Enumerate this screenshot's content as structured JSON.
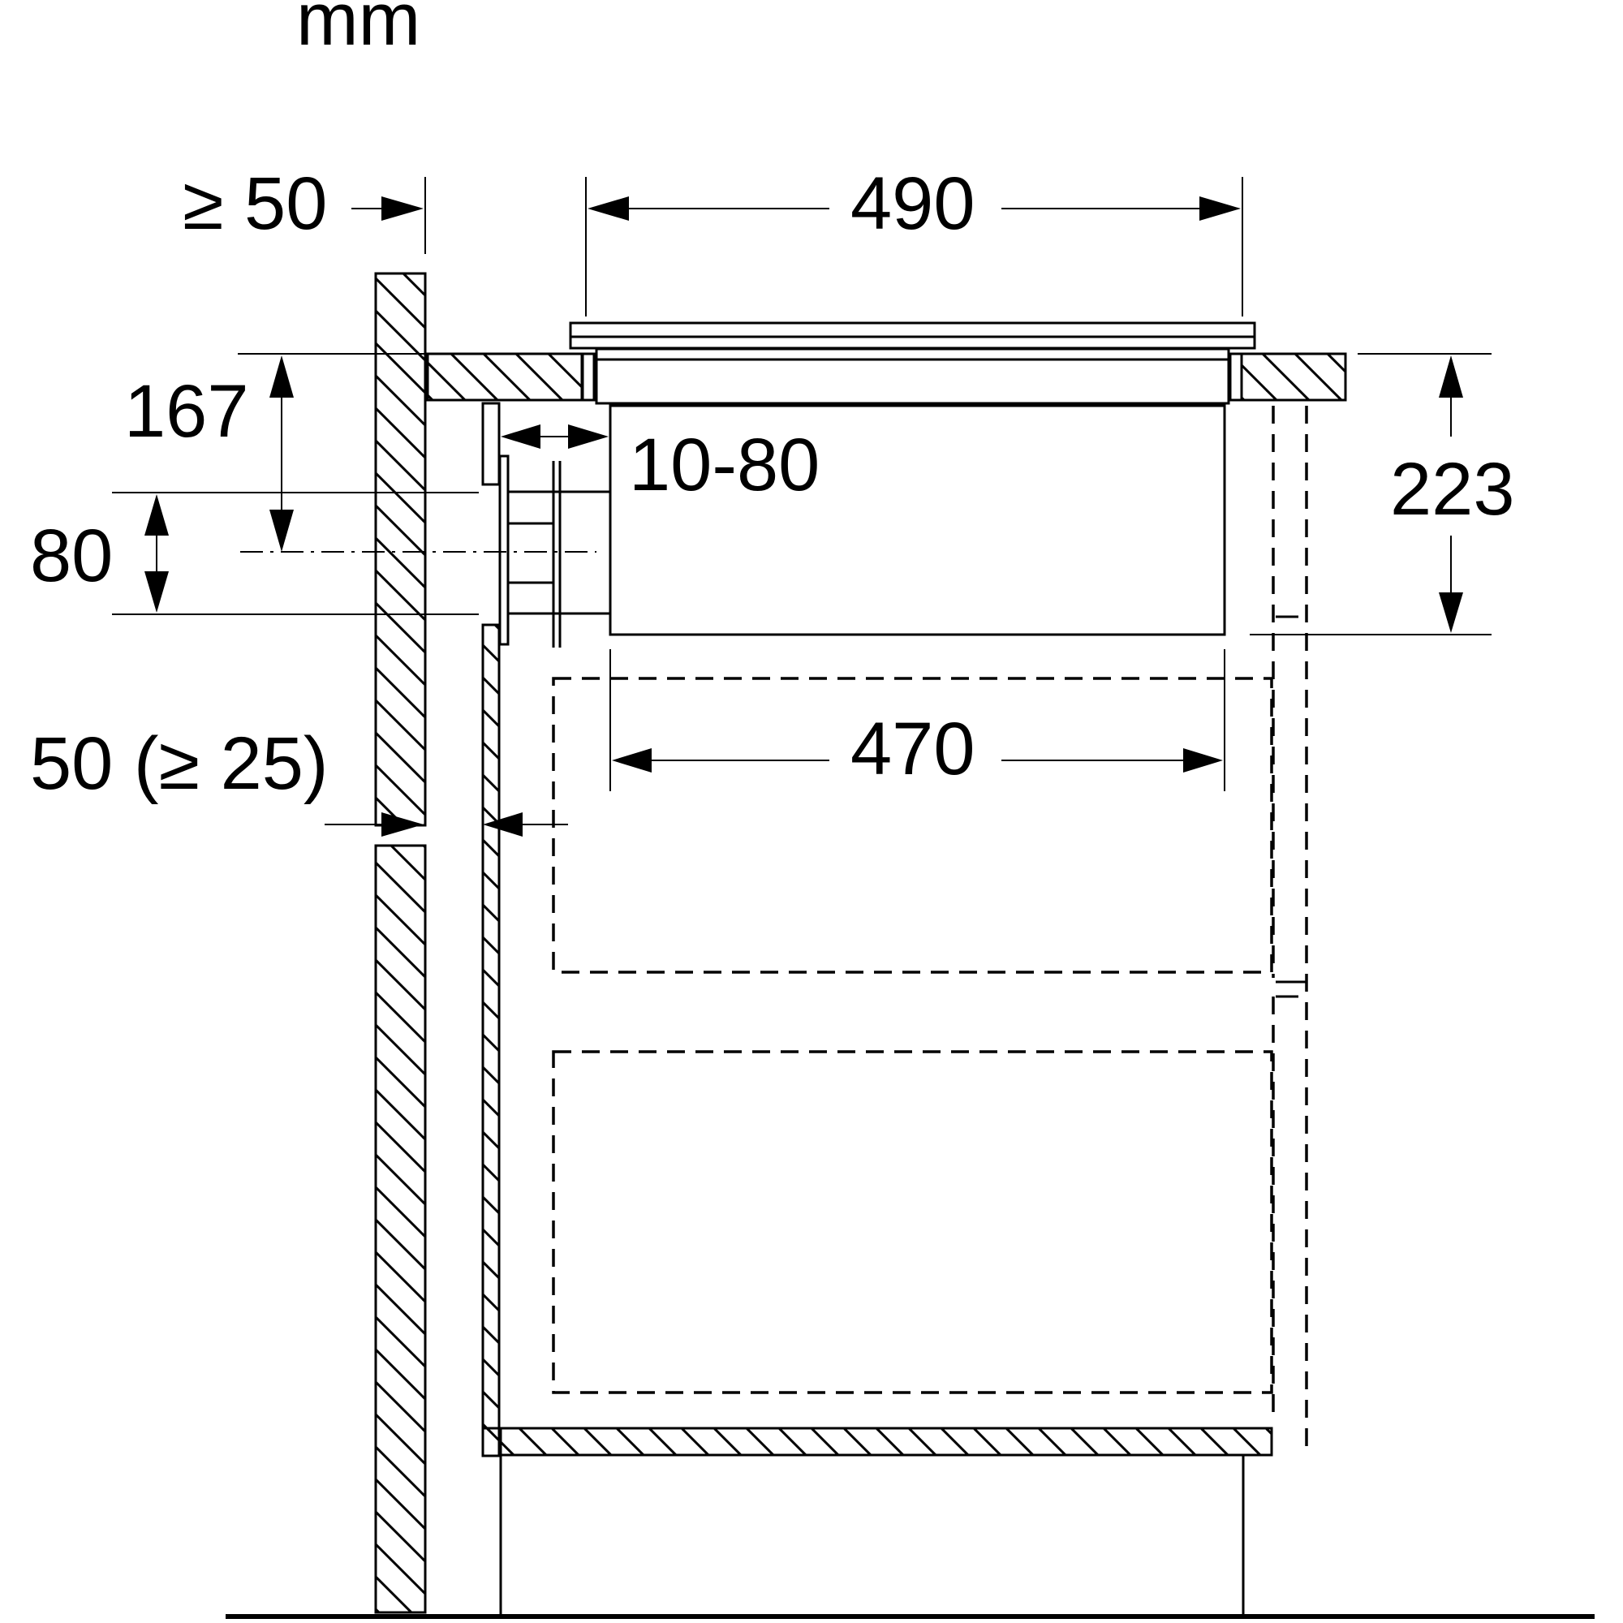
{
  "unit_label": "mm",
  "dimensions": {
    "wall_gap": "≥ 50",
    "hob_width": "490",
    "cutout_width": "470",
    "hob_height": "167",
    "duct_height": "80",
    "duct_offset": "10-80",
    "total_height": "223",
    "back_gap": "50 (≥ 25)"
  }
}
